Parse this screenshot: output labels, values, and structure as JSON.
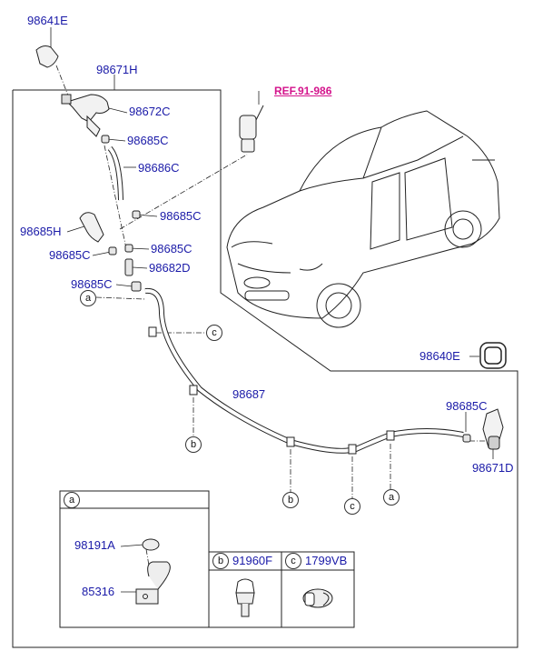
{
  "parts": {
    "p98641E": "98641E",
    "p98671H": "98671H",
    "p98672C": "98672C",
    "p98685C_a": "98685C",
    "p98686C": "98686C",
    "p98685C_b": "98685C",
    "p98685H": "98685H",
    "p98685C_c": "98685C",
    "p98685C_d": "98685C",
    "p98682D": "98682D",
    "p98685C_e": "98685C",
    "ref": "REF.91-986",
    "p98687": "98687",
    "p98640E": "98640E",
    "p98685C_f": "98685C",
    "p98671D": "98671D"
  },
  "callouts": {
    "a": "a",
    "b": "b",
    "c": "c"
  },
  "legend": {
    "box_a_letter": "a",
    "p98191A": "98191A",
    "p85316": "85316",
    "box_b_letter": "b",
    "p91960F": "91960F",
    "box_c_letter": "c",
    "p1799VB": "1799VB"
  }
}
